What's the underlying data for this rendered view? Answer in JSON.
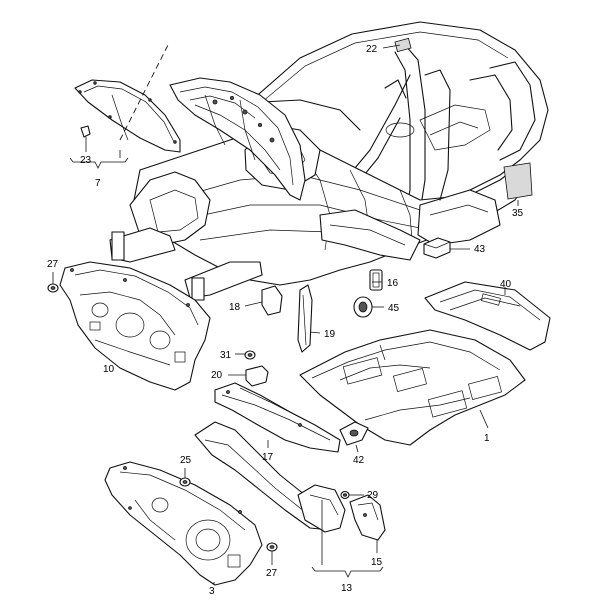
{
  "callouts": {
    "c1": "1",
    "c3": "3",
    "c7": "7",
    "c10": "10",
    "c13": "13",
    "c15": "15",
    "c16": "16",
    "c17": "17",
    "c18": "18",
    "c19": "19",
    "c20": "20",
    "c22": "22",
    "c23": "23",
    "c25": "25",
    "c27a": "27",
    "c27b": "27",
    "c29": "29",
    "c31": "31",
    "c35": "35",
    "c40": "40",
    "c42": "42",
    "c43": "43",
    "c45": "45"
  }
}
